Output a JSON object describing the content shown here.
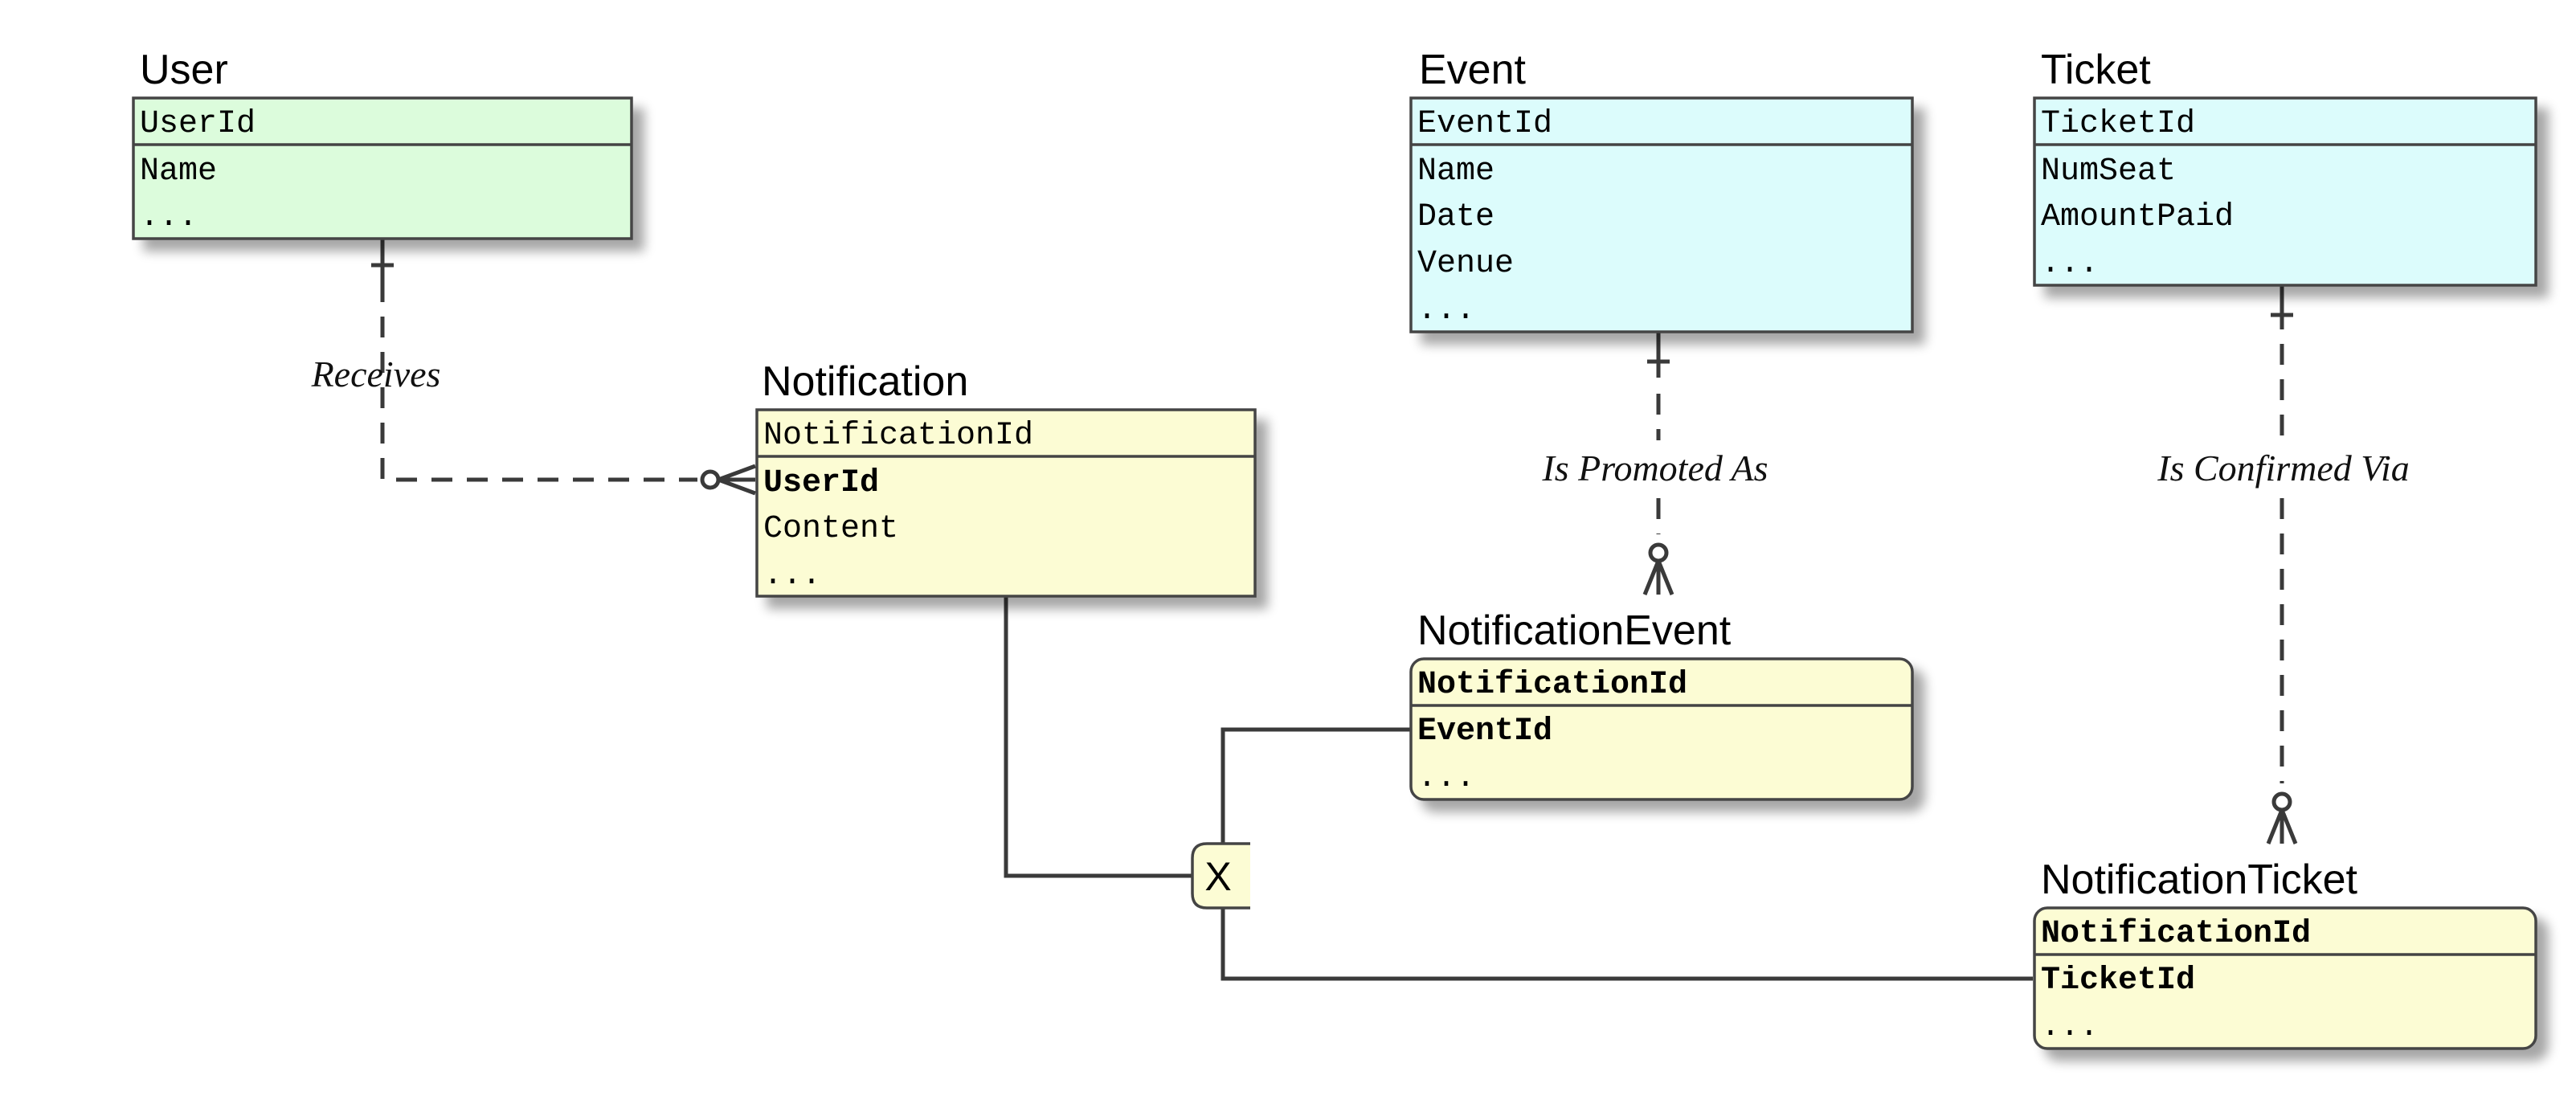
{
  "entities": {
    "user": {
      "title": "User",
      "key": "UserId",
      "fields": [
        "Name",
        "..."
      ],
      "fill": "#dcfcdc"
    },
    "event": {
      "title": "Event",
      "key": "EventId",
      "fields": [
        "Name",
        "Date",
        "Venue",
        "..."
      ],
      "fill": "#dcfcfc"
    },
    "ticket": {
      "title": "Ticket",
      "key": "TicketId",
      "fields": [
        "NumSeat",
        "AmountPaid",
        "..."
      ],
      "fill": "#dcfcfc"
    },
    "notification": {
      "title": "Notification",
      "key": "NotificationId",
      "fields_bold": [
        "UserId"
      ],
      "fields": [
        "Content",
        "..."
      ],
      "fill": "#fcfcd4"
    },
    "notification_event": {
      "title": "NotificationEvent",
      "key": "NotificationId",
      "fields_bold": [
        "EventId"
      ],
      "fields": [
        "..."
      ],
      "fill": "#fcfcd4"
    },
    "notification_ticket": {
      "title": "NotificationTicket",
      "key": "NotificationId",
      "fields_bold": [
        "TicketId"
      ],
      "fields": [
        "..."
      ],
      "fill": "#fcfcd4"
    }
  },
  "relationships": {
    "receives": "Receives",
    "is_promoted_as": "Is Promoted As",
    "is_confirmed_via": "Is Confirmed Via"
  },
  "exclusive_marker": "X"
}
